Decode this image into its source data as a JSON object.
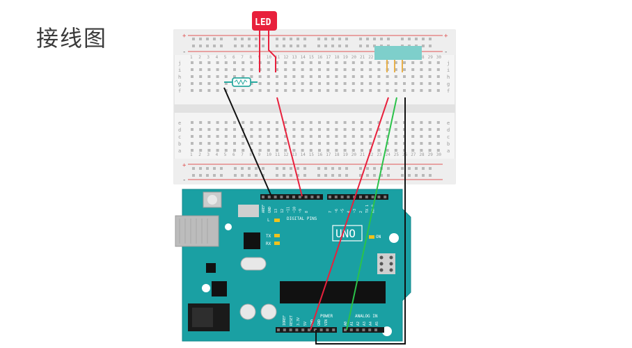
{
  "header": {
    "title": "接线图"
  },
  "components": {
    "led_label": "LED",
    "board_logo": "UNO",
    "digital_pins_label": "DIGITAL PINS",
    "power_label": "POWER",
    "analog_label": "ANALOG IN",
    "tx_label": "TX",
    "rx_label": "RX",
    "l_label": "L",
    "on_label": "ON",
    "aref_label": "AREF",
    "gnd_label": "GND",
    "ioref_label": "IOREF",
    "reset_label": "RESET",
    "v33_label": "3.3V",
    "v5_label": "5V",
    "vin_label": "VIN",
    "analog_pins": [
      "A0",
      "A1",
      "A2",
      "A3",
      "A4",
      "A5"
    ],
    "digital_pin_numbers_a": [
      "13",
      "12",
      "~11",
      "~10",
      "~9",
      "8"
    ],
    "digital_pin_numbers_b": [
      "7",
      "~6",
      "~5",
      "4",
      "~3",
      "2",
      "TX 1",
      "RX 0"
    ]
  },
  "breadboard": {
    "row_letters_top": [
      "j",
      "i",
      "h",
      "g",
      "f"
    ],
    "row_letters_bottom": [
      "e",
      "d",
      "c",
      "b",
      "a"
    ],
    "column_numbers": [
      "1",
      "2",
      "3",
      "4",
      "5",
      "6",
      "7",
      "8",
      "9",
      "10",
      "11",
      "12",
      "13",
      "14",
      "15",
      "16",
      "17",
      "18",
      "19",
      "20",
      "21",
      "22",
      "23",
      "24",
      "25",
      "26",
      "27",
      "28",
      "29",
      "30"
    ]
  },
  "wires": {
    "colors": {
      "red": "#e8203c",
      "black": "#111111",
      "green": "#2bc24a",
      "teal": "#2aa9a0"
    }
  }
}
